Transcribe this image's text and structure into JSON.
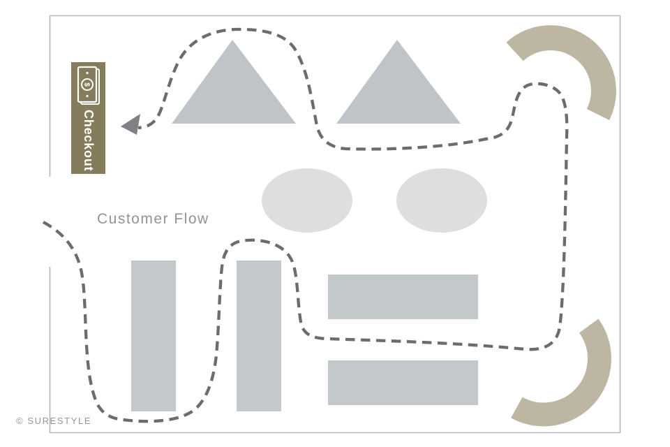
{
  "diagram": {
    "labels": {
      "customer_flow": "Customer Flow",
      "checkout": "Checkout",
      "currency_symbol": "$"
    },
    "footer": {
      "brand": "© SURESTYLE"
    },
    "icons": {
      "checkout_sign_icon": "money-icon",
      "path_terminus": "arrowhead-icon"
    },
    "fixtures": {
      "triangle_displays": 2,
      "oval_displays": 2,
      "vertical_racks": 2,
      "horizontal_shelves": 2,
      "curved_corner_fixtures": 2
    }
  },
  "colors": {
    "triangle_gray": "#bec4c8",
    "rack_gray": "#c3c8cb",
    "ellipse_gray": "#dcdee0",
    "arc_tan": "#bcb6a3",
    "checkout_olive": "#857c5b",
    "dash_gray": "#6a6c6f",
    "arrow_gray": "#7f8184",
    "border_gray": "#b6b8ba",
    "label_gray": "#919396",
    "text_white": "#ffffff"
  }
}
